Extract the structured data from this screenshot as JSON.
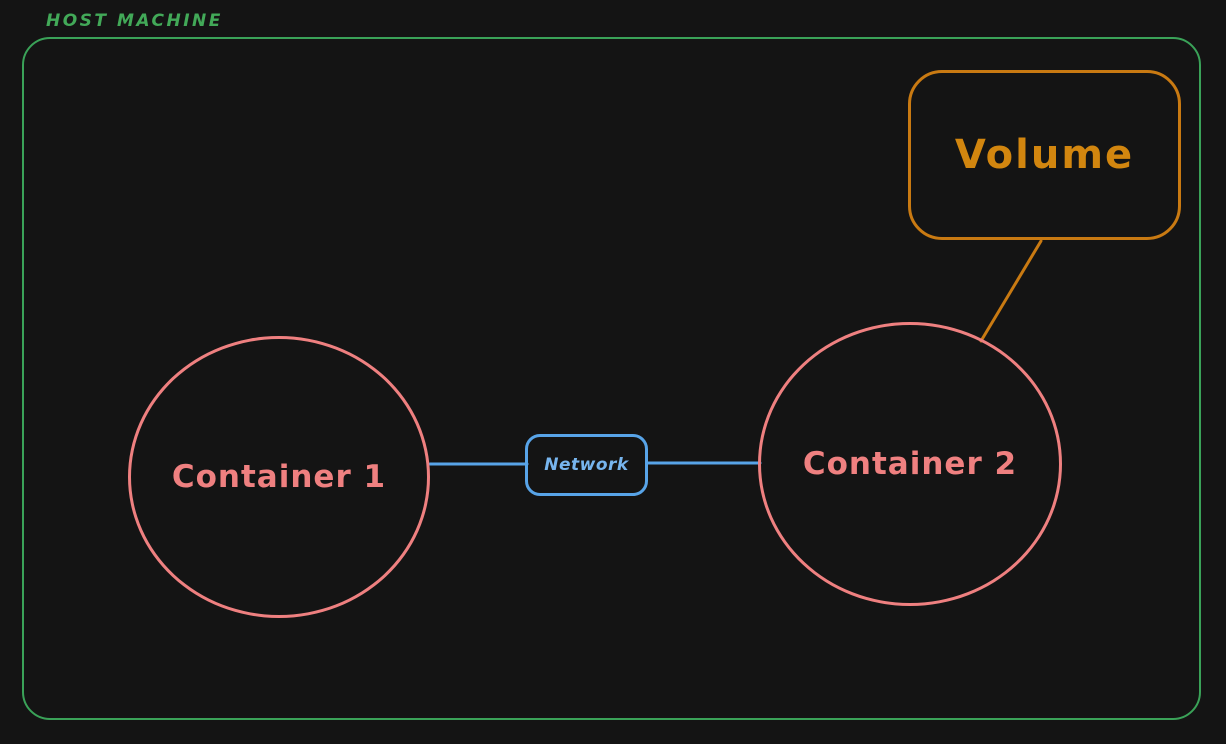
{
  "colors": {
    "background": "#141414",
    "host_border": "#3aa258",
    "host_label": "#42a958",
    "container_stroke": "#ef8080",
    "network_stroke": "#58a4e8",
    "network_label": "#77b5ee",
    "volume_stroke": "#c97a12",
    "volume_label": "#d2860f"
  },
  "host": {
    "label": "HOST MACHINE"
  },
  "nodes": {
    "container1": {
      "label": "Container 1",
      "shape": "ellipse",
      "color": "#ef8080"
    },
    "container2": {
      "label": "Container 2",
      "shape": "ellipse",
      "color": "#ef8080"
    },
    "network": {
      "label": "Network",
      "shape": "rounded-rectangle",
      "color": "#58a4e8"
    },
    "volume": {
      "label": "Volume",
      "shape": "rounded-rectangle",
      "color": "#c97a12"
    }
  },
  "edges": [
    {
      "from": "container1",
      "to": "network",
      "style": "straight-line",
      "color_key": "network_stroke"
    },
    {
      "from": "network",
      "to": "container2",
      "style": "straight-line",
      "color_key": "network_stroke"
    },
    {
      "from": "volume",
      "to": "container2",
      "style": "straight-line",
      "color_key": "volume_stroke"
    }
  ]
}
